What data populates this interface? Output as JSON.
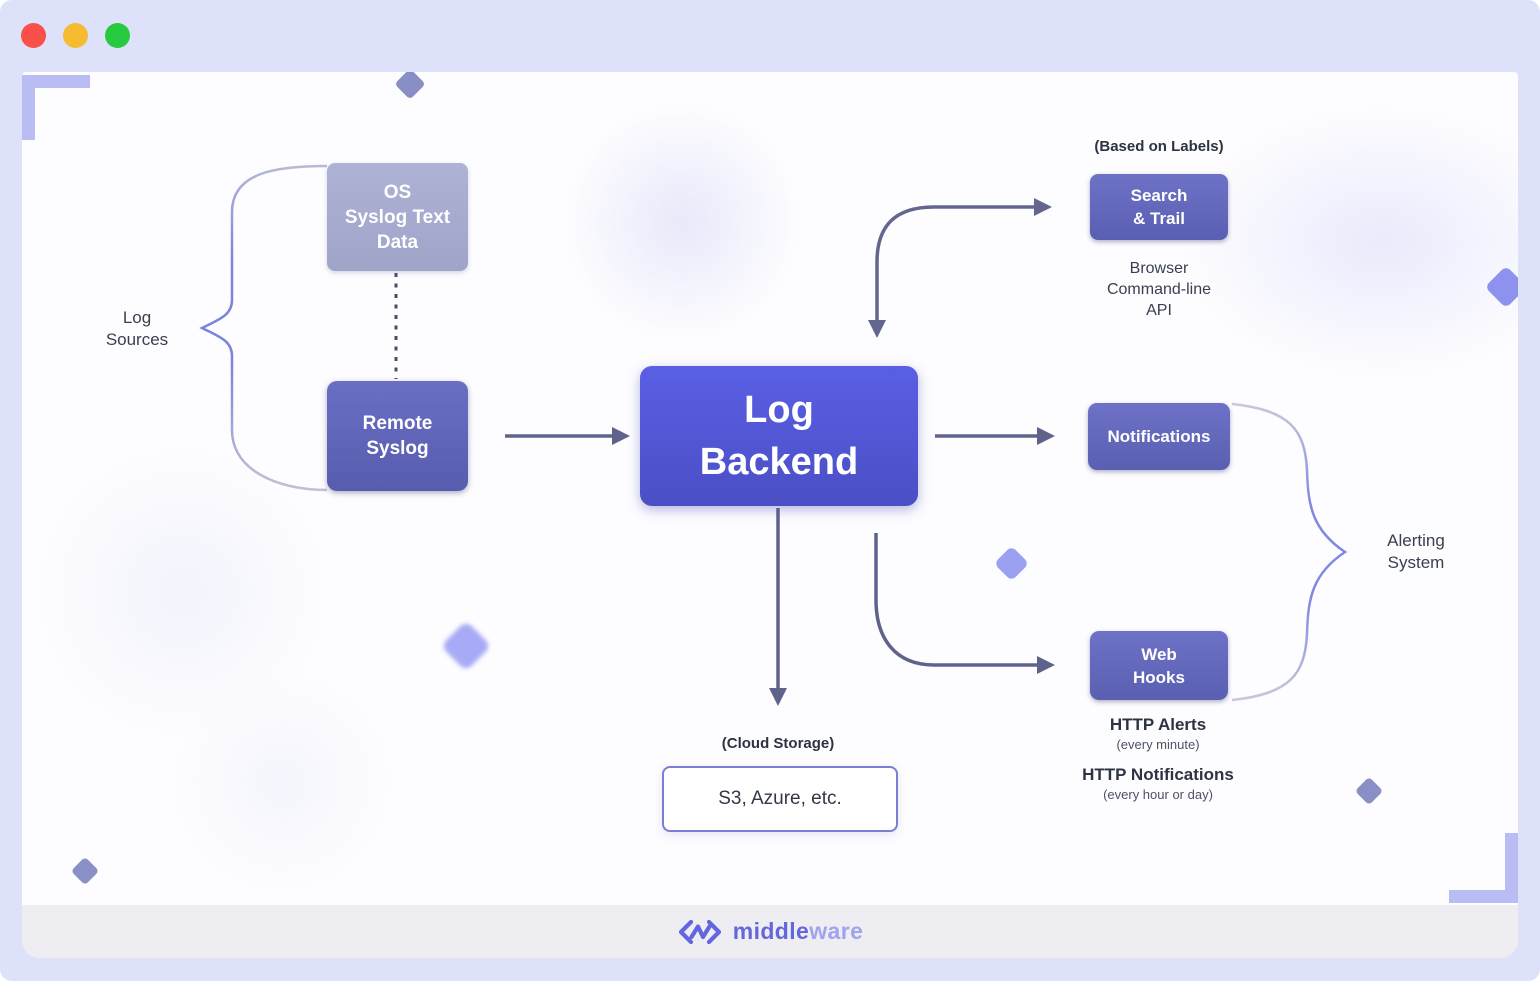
{
  "window": {
    "traffic_lights": [
      {
        "name": "close",
        "color": "#f9504a"
      },
      {
        "name": "minimize",
        "color": "#f7bb32"
      },
      {
        "name": "maximize",
        "color": "#27c93f"
      }
    ]
  },
  "diagram": {
    "log_sources_label": "Log\nSources",
    "nodes": {
      "os_syslog": "OS\nSyslog Text\nData",
      "remote_syslog": "Remote\nSyslog",
      "log_backend": "Log\nBackend",
      "search_trail": "Search\n& Trail",
      "notifications": "Notifications",
      "web_hooks": "Web\nHooks",
      "cloud_storage": "S3, Azure, etc."
    },
    "annotations": {
      "based_on_labels": "(Based on Labels)",
      "search_channels": "Browser\nCommand-line\nAPI",
      "alerting_system": "Alerting\nSystem",
      "cloud_storage_caption": "(Cloud Storage)",
      "http_alerts": "HTTP Alerts",
      "http_alerts_freq": "(every minute)",
      "http_notifications": "HTTP Notifications",
      "http_notifications_freq": "(every hour or day)"
    },
    "colors": {
      "node_light": "#a7accf",
      "node_medium": "#6469bd",
      "node_primary": "#5357d6",
      "outline_border": "#7a7fd4",
      "connector": "#5f638c",
      "brace": "#7d82dc",
      "corner_accent": "#b9bdf4",
      "text_dark": "#3a3f50"
    }
  },
  "footer": {
    "brand_primary": "middle",
    "brand_secondary": "ware"
  }
}
